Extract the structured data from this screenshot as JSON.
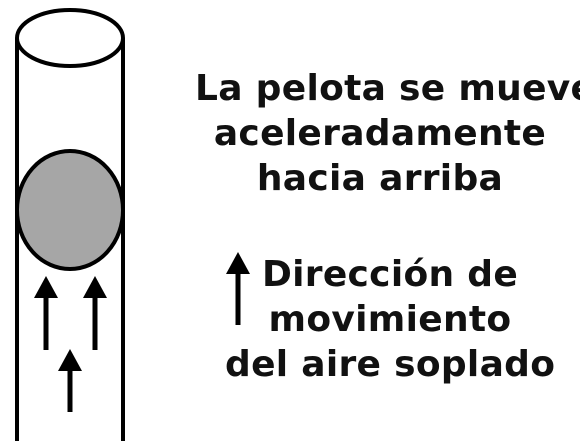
{
  "ball_caption": {
    "lines": [
      "La pelota se mueve",
      "aceleradamente",
      "hacia arriba"
    ]
  },
  "air_caption": {
    "lines": [
      "Dirección de",
      "movimiento",
      "del aire soplado"
    ]
  },
  "colors": {
    "ball_fill": "#a6a6a6",
    "stroke": "#000000"
  }
}
